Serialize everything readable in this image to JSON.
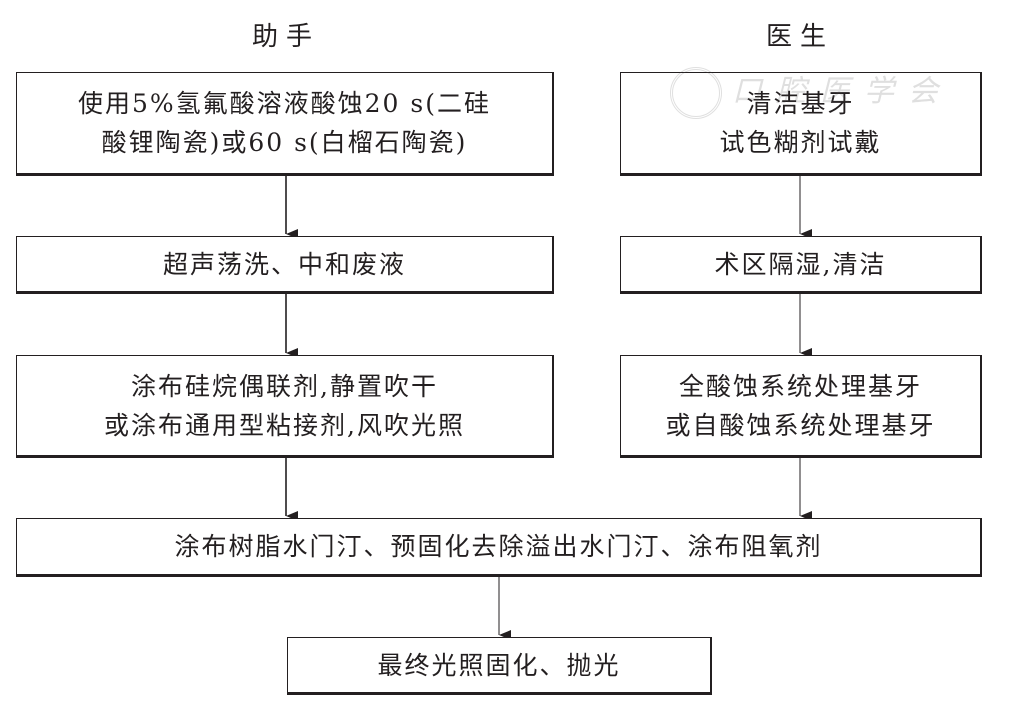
{
  "diagram": {
    "type": "flowchart",
    "columns": {
      "assistant": {
        "heading": "助手"
      },
      "doctor": {
        "heading": "医生"
      }
    },
    "watermark": {
      "text": "口腔医学会",
      "icon": "society-seal-icon"
    },
    "nodes": {
      "a1": {
        "lines": [
          "使用5%氢氟酸溶液酸蚀20 s(二硅",
          "酸锂陶瓷)或60 s(白榴石陶瓷)"
        ]
      },
      "a2": {
        "lines": [
          "超声荡洗、中和废液"
        ]
      },
      "a3": {
        "lines": [
          "涂布硅烷偶联剂,静置吹干",
          "或涂布通用型粘接剂,风吹光照"
        ]
      },
      "d1": {
        "lines": [
          "清洁基牙",
          "试色糊剂试戴"
        ]
      },
      "d2": {
        "lines": [
          "术区隔湿,清洁"
        ]
      },
      "d3": {
        "lines": [
          "全酸蚀系统处理基牙",
          "或自酸蚀系统处理基牙"
        ]
      },
      "m1": {
        "lines": [
          "涂布树脂水门汀、预固化去除溢出水门汀、涂布阻氧剂"
        ]
      },
      "m2": {
        "lines": [
          "最终光照固化、抛光"
        ]
      }
    },
    "edges": [
      {
        "from": "a1",
        "to": "a2"
      },
      {
        "from": "a2",
        "to": "a3"
      },
      {
        "from": "a3",
        "to": "m1"
      },
      {
        "from": "d1",
        "to": "d2"
      },
      {
        "from": "d2",
        "to": "d3"
      },
      {
        "from": "d3",
        "to": "m1"
      },
      {
        "from": "m1",
        "to": "m2"
      }
    ]
  }
}
